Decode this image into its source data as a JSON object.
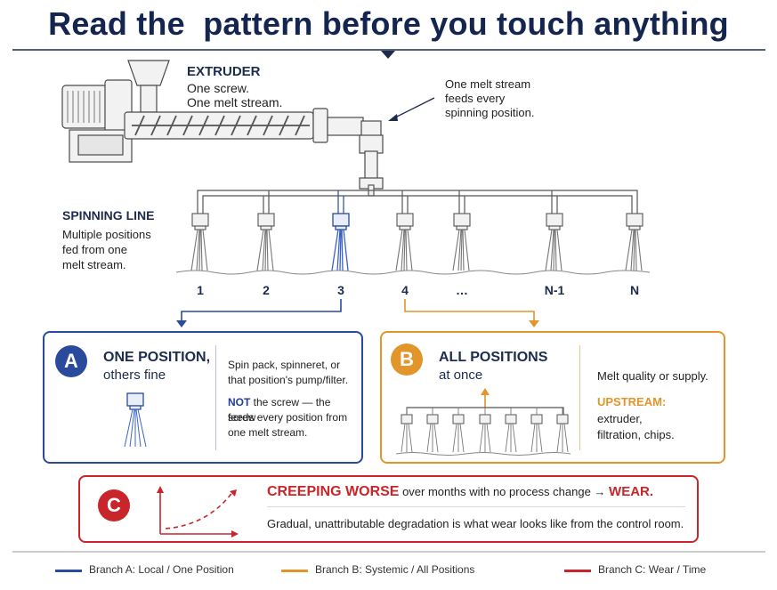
{
  "title": "Read the  pattern before you touch anything",
  "extruder": {
    "heading": "EXTRUDER",
    "line1": "One screw.",
    "line2": "One melt stream."
  },
  "callout": {
    "line1": "One melt stream",
    "line2": "feeds every",
    "line3": "spinning position."
  },
  "spinning_line": {
    "heading": "SPINNING LINE",
    "line1": "Multiple positions",
    "line2": "fed from one",
    "line3": "melt stream."
  },
  "positions": [
    "1",
    "2",
    "3",
    "4",
    "…",
    "N-1",
    "N"
  ],
  "panel_a": {
    "badge": "A",
    "heading": "ONE POSITION,",
    "sub": "others fine",
    "text1": "Spin pack, spinneret, or",
    "text2": "that position's pump/filter.",
    "not_label": "NOT",
    "text3": " the screw — the screw",
    "text4": "feeds every position from",
    "text5": "one melt stream."
  },
  "panel_b": {
    "badge": "B",
    "heading": "ALL POSITIONS",
    "sub": "at once",
    "text1": "Melt quality or supply.",
    "upstream": "UPSTREAM:",
    "text2": "extruder,",
    "text3": "filtration, chips."
  },
  "panel_c": {
    "badge": "C",
    "heading": "CREEPING WORSE",
    "mid": " over months with no process change → ",
    "wear": "WEAR.",
    "text": "Gradual, unattributable degradation is what wear looks like from the control room."
  },
  "legend": [
    {
      "label": "Branch A: Local / One Position",
      "color": "#2a4a9e"
    },
    {
      "label": "Branch B: Systemic / All Positions",
      "color": "#e1952a"
    },
    {
      "label": "Branch C: Wear / Time",
      "color": "#c8262b"
    }
  ],
  "colors": {
    "navy": "#14254f",
    "branch_a": "#2a4a9e",
    "branch_b": "#e1952a",
    "branch_c": "#c8262b"
  }
}
